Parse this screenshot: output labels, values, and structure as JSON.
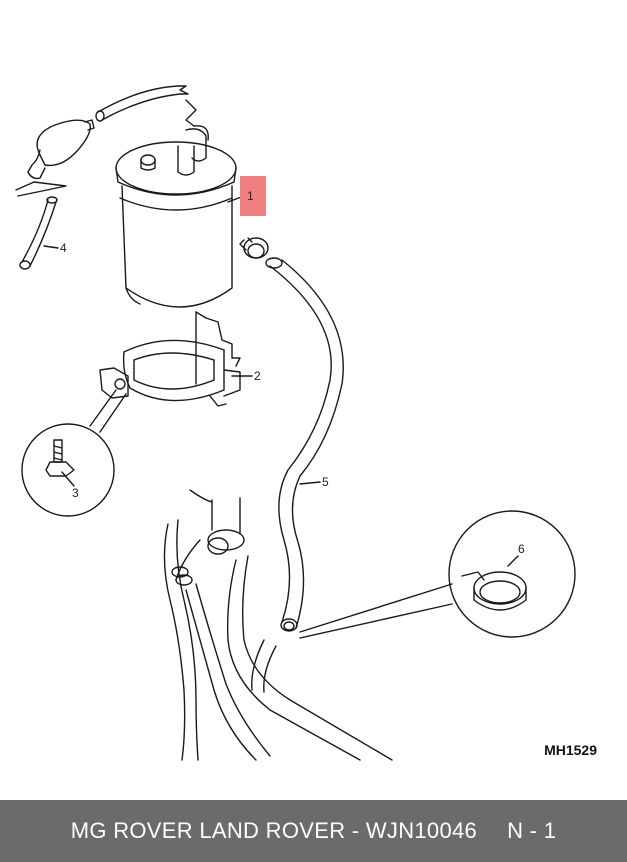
{
  "diagram": {
    "highlight_color": "#f08080",
    "callouts": {
      "c1": "1",
      "c2": "2",
      "c3": "3",
      "c4": "4",
      "c5": "5",
      "c6": "6"
    },
    "ref_code": "MH1529"
  },
  "footer": {
    "brand_part": "MG ROVER LAND ROVER - WJN10046",
    "page": "N - 1",
    "background": "#6b6b6b"
  }
}
